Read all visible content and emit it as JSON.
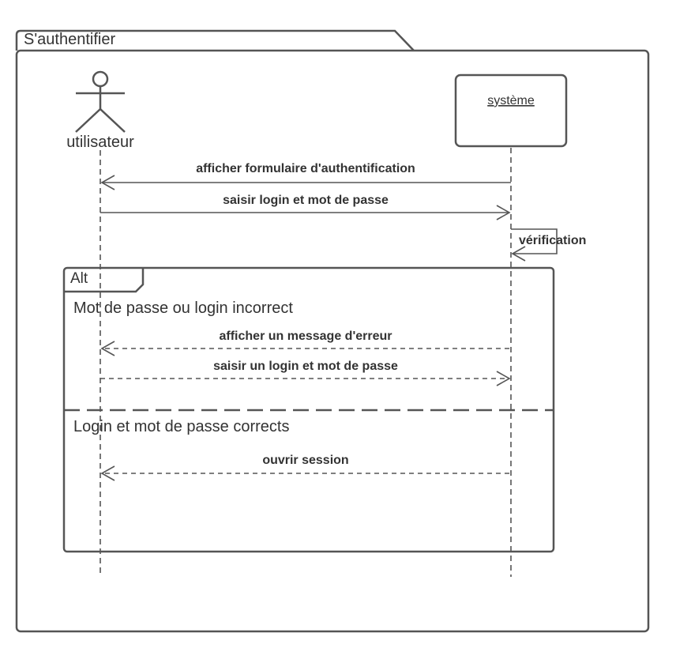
{
  "frame": {
    "title": "S'authentifier"
  },
  "participants": {
    "actor": {
      "label": "utilisateur",
      "icon": "stick-figure-icon"
    },
    "system": {
      "label": "système"
    }
  },
  "messages": [
    {
      "label": "afficher formulaire d'authentification",
      "from": "système",
      "to": "utilisateur",
      "style": "solid"
    },
    {
      "label": "saisir login et mot de passe",
      "from": "utilisateur",
      "to": "système",
      "style": "solid"
    },
    {
      "label": "vérification",
      "from": "système",
      "to": "système",
      "style": "solid"
    }
  ],
  "alt": {
    "tag": "Alt",
    "operands": [
      {
        "condition": "Mot de passe ou login incorrect",
        "messages": [
          {
            "label": "afficher un message d'erreur",
            "from": "système",
            "to": "utilisateur",
            "style": "dashed"
          },
          {
            "label": "saisir un login et mot de passe",
            "from": "utilisateur",
            "to": "système",
            "style": "dashed"
          }
        ]
      },
      {
        "condition": "Login et mot de passe corrects",
        "messages": [
          {
            "label": "ouvrir session",
            "from": "système",
            "to": "utilisateur",
            "style": "dashed"
          }
        ]
      }
    ]
  },
  "colors": {
    "stroke": "#555555",
    "text": "#333333",
    "background": "#ffffff"
  }
}
